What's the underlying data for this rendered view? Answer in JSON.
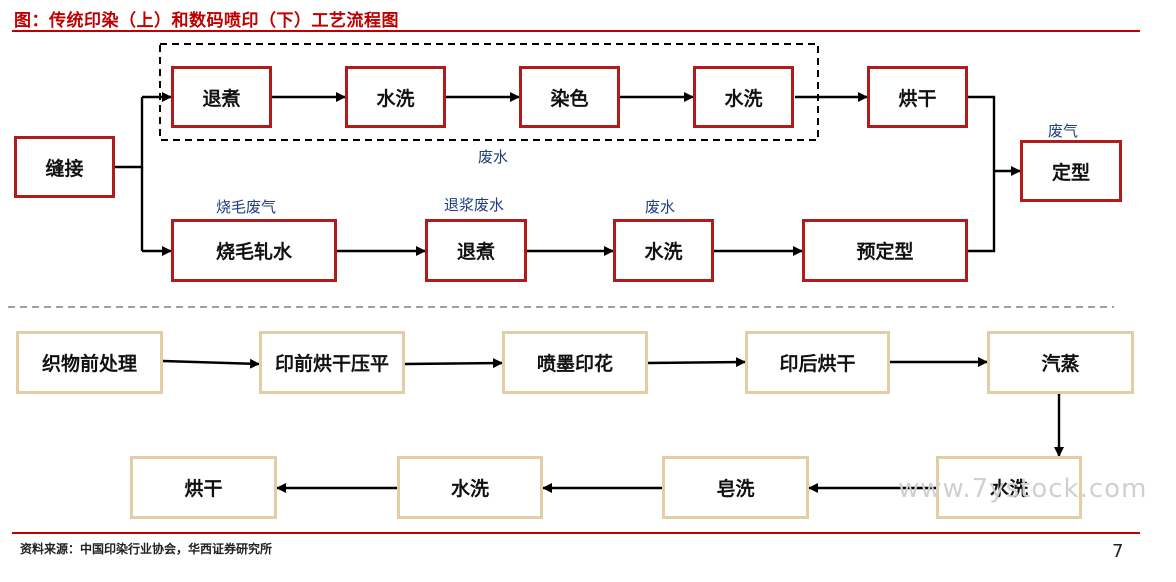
{
  "title": "图：传统印染（上）和数码喷印（下）工艺流程图",
  "source": "资料来源：中国印染行业协会，华西证券研究所",
  "page_number": "7",
  "watermark": "www.7ystock.com",
  "traditional": {
    "start": "缝接",
    "top_row": [
      "退煮",
      "水洗",
      "染色",
      "水洗",
      "烘干"
    ],
    "bottom_row": [
      "烧毛轧水",
      "退煮",
      "水洗",
      "预定型"
    ],
    "end": "定型",
    "notes": {
      "dashed_group_waste": "废水",
      "end_waste": "废气",
      "singe_waste": "烧毛废气",
      "desize_waste": "退浆废水",
      "wash_waste": "废水"
    }
  },
  "digital": {
    "row1": [
      "织物前处理",
      "印前烘干压平",
      "喷墨印花",
      "印后烘干",
      "汽蒸"
    ],
    "row2": [
      "烘干",
      "水洗",
      "皂洗",
      "水洗"
    ]
  },
  "colors": {
    "title_red": "#c00000",
    "box_red_border": "#b01c1c",
    "box_tan_border": "#e3cda4",
    "note_blue": "#1f3e7a"
  }
}
